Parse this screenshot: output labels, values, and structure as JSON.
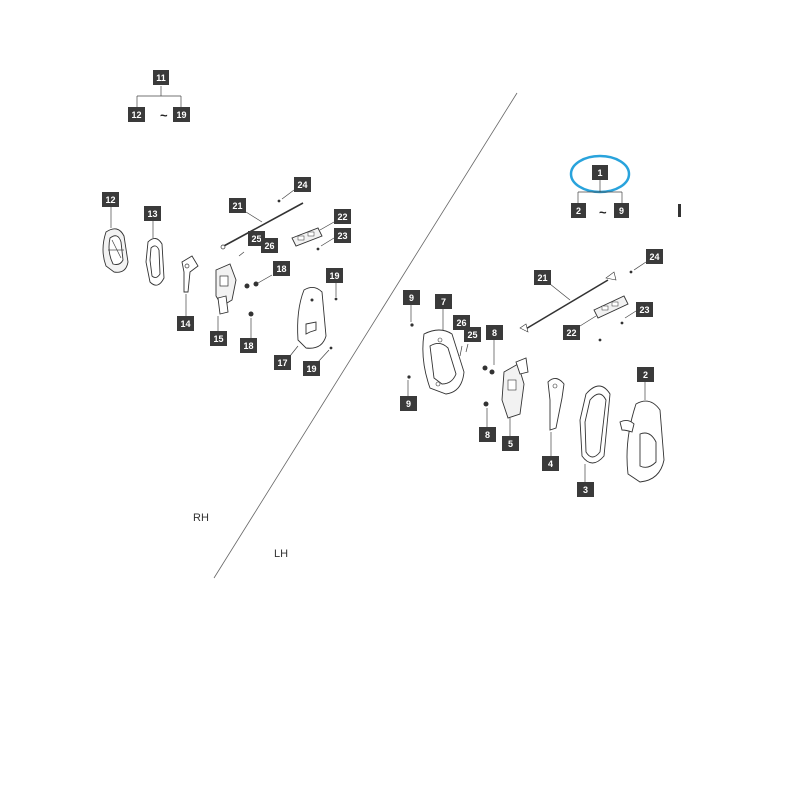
{
  "side_labels": {
    "right": "RH",
    "left": "LH"
  },
  "tilde": "~",
  "callouts": {
    "c11": "11",
    "c12top": "12",
    "c19top": "19",
    "c12": "12",
    "c13": "13",
    "c14": "14",
    "c15": "15",
    "c17": "17",
    "c18a": "18",
    "c18b": "18",
    "c19a": "19",
    "c19b": "19",
    "c21a": "21",
    "c22a": "22",
    "c23a": "23",
    "c24a": "24",
    "c25a": "25",
    "c26a": "26",
    "c1": "1",
    "c2top": "2",
    "c9top": "9",
    "c2": "2",
    "c3": "3",
    "c4": "4",
    "c5": "5",
    "c7": "7",
    "c8a": "8",
    "c8b": "8",
    "c9a": "9",
    "c9b": "9",
    "c21b": "21",
    "c22b": "22",
    "c23b": "23",
    "c24b": "24",
    "c25b": "25",
    "c26b": "26"
  },
  "colors": {
    "highlight_circle": "#29a3dc",
    "callout_box": "#3a3a3a"
  }
}
